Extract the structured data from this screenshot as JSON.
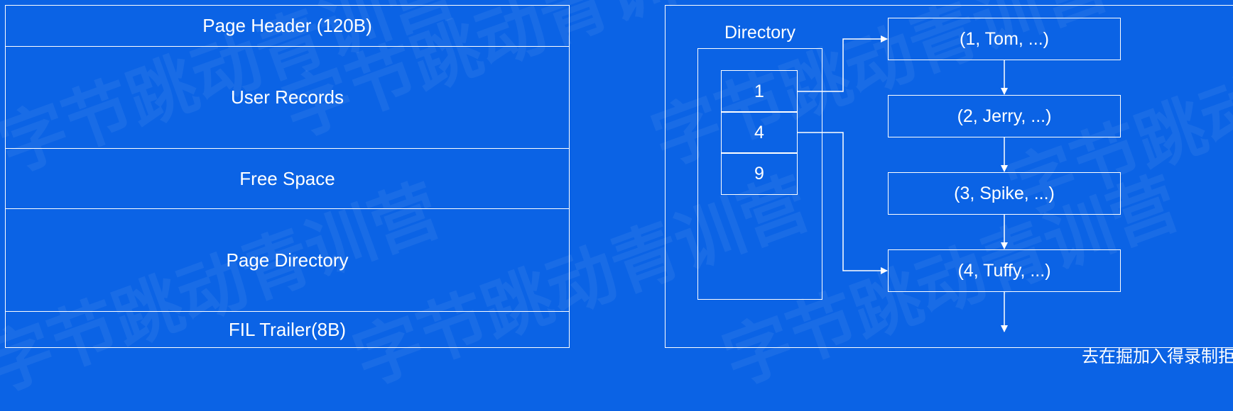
{
  "page_layout": {
    "sections": [
      {
        "label": "Page Header (120B)"
      },
      {
        "label": "User Records"
      },
      {
        "label": "Free Space"
      },
      {
        "label": "Page Directory"
      },
      {
        "label": "FIL Trailer(8B)"
      }
    ]
  },
  "directory": {
    "label": "Directory",
    "slots": [
      "1",
      "4",
      "9"
    ]
  },
  "records": [
    {
      "label": "(1, Tom, ...)"
    },
    {
      "label": "(2, Jerry, ...)"
    },
    {
      "label": "(3, Spike, ...)"
    },
    {
      "label": "(4, Tuffy, ...)"
    }
  ],
  "watermark": "字节跳动青训营",
  "corner_text": "去在掘加入得录制拒"
}
